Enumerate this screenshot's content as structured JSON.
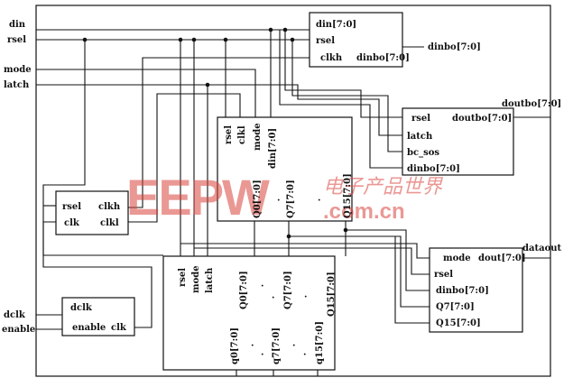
{
  "colors": {
    "ink": "#111111",
    "watermark": "#d9453d",
    "background": "#ffffff"
  },
  "inputs": {
    "din": "din",
    "rsel": "rsel",
    "mode": "mode",
    "latch": "latch",
    "dclk": "dclk",
    "enable": "enable"
  },
  "outputs": {
    "dinbo": "dinbo[7:0]",
    "doutbo": "doutbo[7:0]",
    "dataout": "dataout"
  },
  "blocks": {
    "top": {
      "din": "din[7:0]",
      "rsel": "rsel",
      "clkh": "clkh",
      "dinbo": "dinbo[7:0]"
    },
    "doutbo_block": {
      "rsel": "rsel",
      "doutbo": "doutbo[7:0]",
      "latch": "latch",
      "bc_sos": "bc_sos",
      "dinbo": "dinbo[7:0]"
    },
    "clkgen": {
      "rsel": "rsel",
      "clkh": "clkh",
      "clk": "clk",
      "clkl": "clkl"
    },
    "center": {
      "rsel": "rsel",
      "clkl": "clkl",
      "mode": "mode",
      "din": "din[7:0]",
      "q0": "Q0[7:0]",
      "q7": "Q7[7:0]",
      "q15": "Q15[7:0]"
    },
    "clkdiv": {
      "dclk": "dclk",
      "enable": "enable",
      "clk": "clk"
    },
    "bottom": {
      "rsel": "rsel",
      "mode": "mode",
      "latch": "latch",
      "q0": "Q0[7:0]",
      "q7": "Q7[7:0]",
      "q15": "Q15[7:0]",
      "out_q0": "q0[7:0]",
      "out_q7": "q7[7:0]",
      "out_q15": "q15[7:0]"
    },
    "mux": {
      "mode": "mode",
      "dout": "dout[7:0]",
      "rsel": "rsel",
      "dinbo": "dinbo[7:0]",
      "q7": "Q7[7:0]",
      "q15": "Q15[7:0]"
    }
  },
  "watermark": {
    "brand": "EEPW",
    "chinese": "电子产品世界",
    "site": ".com.cn"
  }
}
